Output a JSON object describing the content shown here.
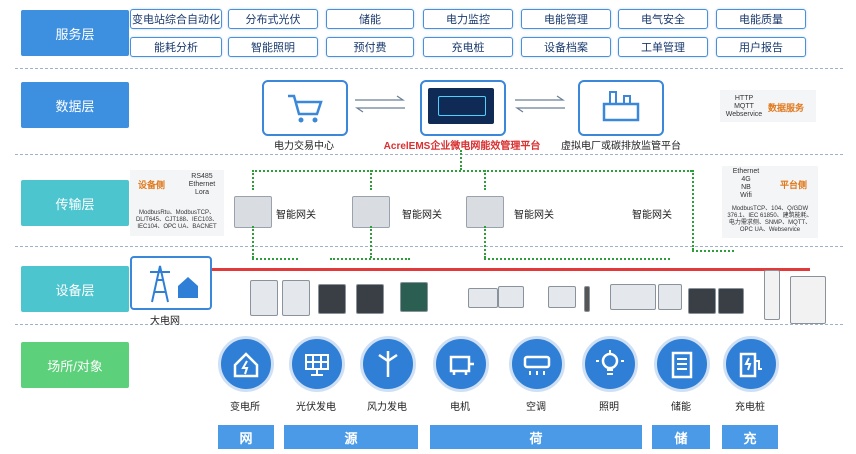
{
  "layers": [
    "服务层",
    "数据层",
    "传输层",
    "设备层",
    "场所/对象"
  ],
  "services_row1": [
    "变电站综合自动化",
    "分布式光伏",
    "储能",
    "电力监控",
    "电能管理",
    "电气安全",
    "电能质量"
  ],
  "services_row2": [
    "能耗分析",
    "智能照明",
    "预付费",
    "充电桩",
    "设备档案",
    "工单管理",
    "用户报告"
  ],
  "data_nodes": {
    "left": "电力交易中心",
    "center": "AcrelEMS企业微电网能效管理平台",
    "right": "虚拟电厂或碳排放监管平台"
  },
  "data_service": {
    "protocols": "HTTP\nMQTT\nWebservice",
    "label": "数据服务"
  },
  "device_side": {
    "label": "设备侧",
    "protocols": "RS485\nEthernet\nLora",
    "detail": "ModbusRtu、ModbusTCP、\nDL/T645、CJT188、IEC103、\nIEC104、OPC UA、BACNET"
  },
  "platform_side": {
    "label": "平台侧",
    "protocols": "Ethernet\n4G\nNB\nWifi",
    "detail": "ModbusTCP、104、Q/GDW\n376.1、IEC 61850、建筑能耗、\n电力需求侧、SNMP、MQTT、\nOPC UA、Webservice"
  },
  "gateways": [
    "智能网关",
    "智能网关",
    "智能网关",
    "智能网关"
  ],
  "grid_label": "大电网",
  "places": [
    "变电所",
    "光伏发电",
    "风力发电",
    "电机",
    "空调",
    "照明",
    "储能",
    "充电桩"
  ],
  "bottom_bars": [
    "网",
    "源",
    "荷",
    "储",
    "充"
  ],
  "colors": {
    "layer_blue": "#3d8fe0",
    "layer_teal": "#4cc5cf",
    "layer_green": "#5cd07a",
    "red_bus": "#e23a3a",
    "green_link": "#2e9e3a"
  }
}
